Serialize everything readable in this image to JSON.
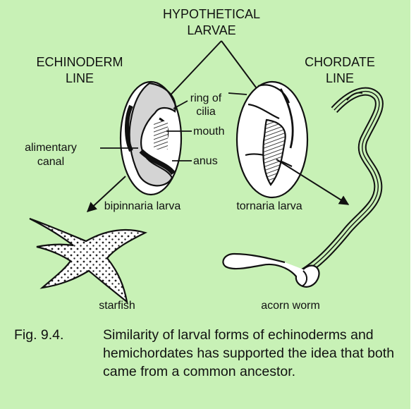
{
  "title": [
    "HYPOTHETICAL",
    "LARVAE"
  ],
  "left_heading": [
    "ECHINODERM",
    "LINE"
  ],
  "right_heading": [
    "CHORDATE",
    "LINE"
  ],
  "parts": {
    "ring": [
      "ring of",
      "cilia"
    ],
    "mouth": "mouth",
    "anus": "anus",
    "canal": [
      "alimentary",
      "canal"
    ]
  },
  "larvae": {
    "left": "bipinnaria larva",
    "right": "tornaria larva"
  },
  "adults": {
    "left": "starfish",
    "right": "acorn worm"
  },
  "caption": {
    "fig_number": "Fig. 9.4.",
    "text": "Similarity of larval forms of echinoderms and hemichordates has supported the idea that both came from a common ancestor."
  },
  "colors": {
    "background": "#c8f1b6",
    "ink": "#111111"
  }
}
